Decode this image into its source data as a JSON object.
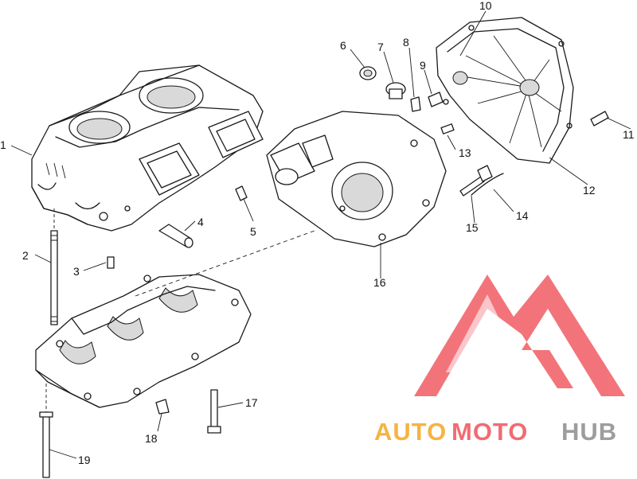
{
  "diagram": {
    "callouts": [
      "1",
      "2",
      "3",
      "4",
      "5",
      "6",
      "7",
      "8",
      "9",
      "10",
      "11",
      "12",
      "13",
      "14",
      "15",
      "16",
      "17",
      "18",
      "19"
    ]
  },
  "watermark": {
    "text_part1": "AUTO",
    "text_part2": "MOTO",
    "text_part3": "HUB",
    "color_orange": "#f5a623",
    "color_red": "#f0525a",
    "color_gray": "#8c8c8c",
    "icon": "triangle-m-logo"
  }
}
